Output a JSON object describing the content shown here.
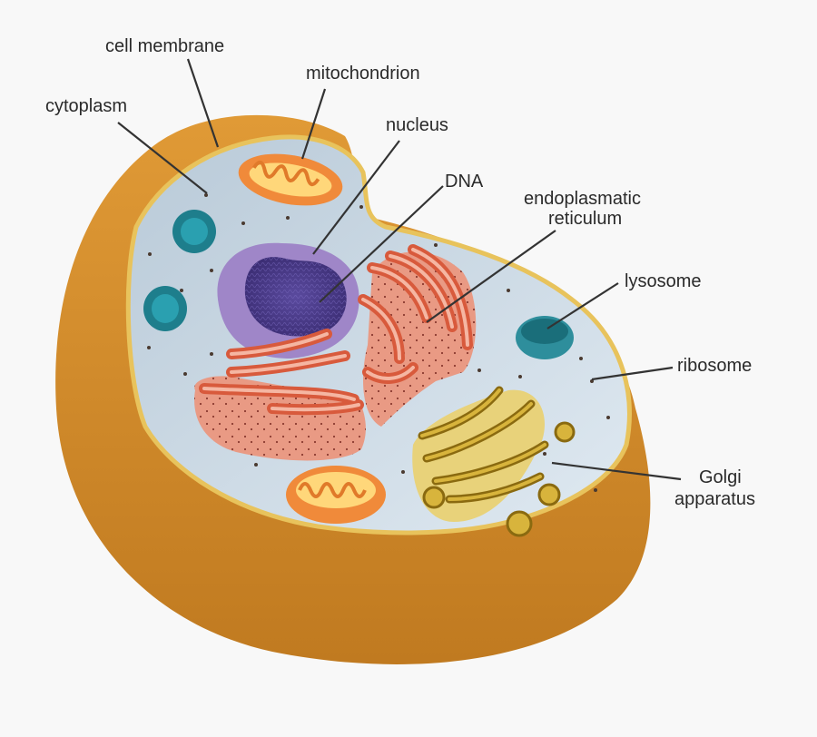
{
  "labels": {
    "cell_membrane": "cell membrane",
    "mitochondrion": "mitochondrion",
    "cytoplasm": "cytoplasm",
    "nucleus": "nucleus",
    "dna": "DNA",
    "er_line1": "endoplasmatic",
    "er_line2": "reticulum",
    "lysosome": "lysosome",
    "ribosome": "ribosome",
    "golgi_line1": "Golgi",
    "golgi_line2": "apparatus"
  },
  "colors": {
    "background": "#f8f8f8",
    "outer_shell": "#d4922e",
    "membrane_edge": "#e8c35c",
    "cytoplasm": "#cfdde8",
    "nucleus_envelope": "#9f86c8",
    "nucleoplasm": "#4a3a8a",
    "er": "#e07858",
    "mitochondrion": "#f08a3a",
    "lysosome": "#2e8e9c",
    "golgi": "#d8b43c",
    "leader_line": "#333333"
  }
}
